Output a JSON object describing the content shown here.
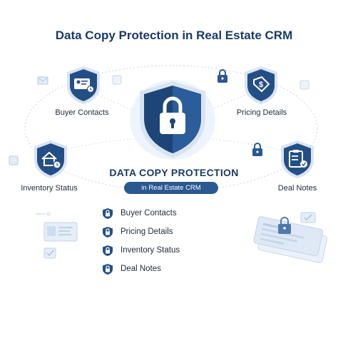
{
  "title": "Data Copy Protection in Real Estate CRM",
  "center": {
    "heading": "DATA COPY PROTECTION",
    "subheading": "in Real Estate CRM",
    "icon": "padlock-shield-icon"
  },
  "nodes": {
    "buyer_contacts": {
      "label": "Buyer Contacts",
      "icon": "contact-card-shield-icon"
    },
    "pricing_details": {
      "label": "Pricing Details",
      "icon": "price-tag-shield-icon"
    },
    "inventory_status": {
      "label": "Inventory Status",
      "icon": "house-clock-shield-icon"
    },
    "deal_notes": {
      "label": "Deal Notes",
      "icon": "clipboard-check-shield-icon"
    }
  },
  "list": [
    {
      "label": "Buyer Contacts",
      "icon": "padlock-shield-icon"
    },
    {
      "label": "Pricing Details",
      "icon": "padlock-shield-icon"
    },
    {
      "label": "Inventory Status",
      "icon": "padlock-shield-icon"
    },
    {
      "label": "Deal Notes",
      "icon": "padlock-shield-icon"
    }
  ],
  "colors": {
    "navy": "#1b3a66",
    "shield_blue": "#2a5891",
    "light_blue": "#dbe7f5",
    "text": "#1e2a3a"
  }
}
